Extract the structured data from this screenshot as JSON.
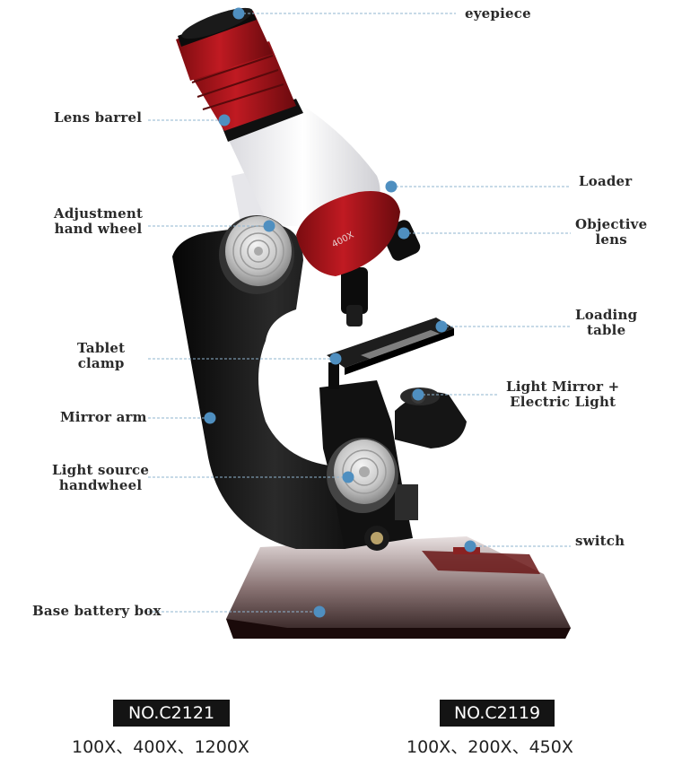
{
  "labels": {
    "eyepiece": "eyepiece",
    "lens_barrel": "Lens barrel",
    "adjustment_wheel": [
      "Adjustment",
      "hand wheel"
    ],
    "loader": "Loader",
    "objective_lens": [
      "Objective",
      "lens"
    ],
    "loading_table": [
      "Loading",
      "table"
    ],
    "tablet_clamp": [
      "Tablet",
      "clamp"
    ],
    "light_mirror": [
      "Light Mirror +",
      "Electric Light"
    ],
    "mirror_arm": "Mirror arm",
    "light_source_wheel": [
      "Light source",
      "handwheel"
    ],
    "switch": "switch",
    "base_battery_box": "Base battery box"
  },
  "objective_marking": "400X",
  "models": [
    {
      "code": "NO.C2121",
      "magnifications": "100X、400X、1200X"
    },
    {
      "code": "NO.C2119",
      "magnifications": "100X、200X、450X"
    }
  ],
  "colors": {
    "marker": "#4f8fc0",
    "leader": "#8fb4cf",
    "body_red": "#b01820",
    "body_black": "#121212",
    "body_white": "#f4f4f6"
  }
}
